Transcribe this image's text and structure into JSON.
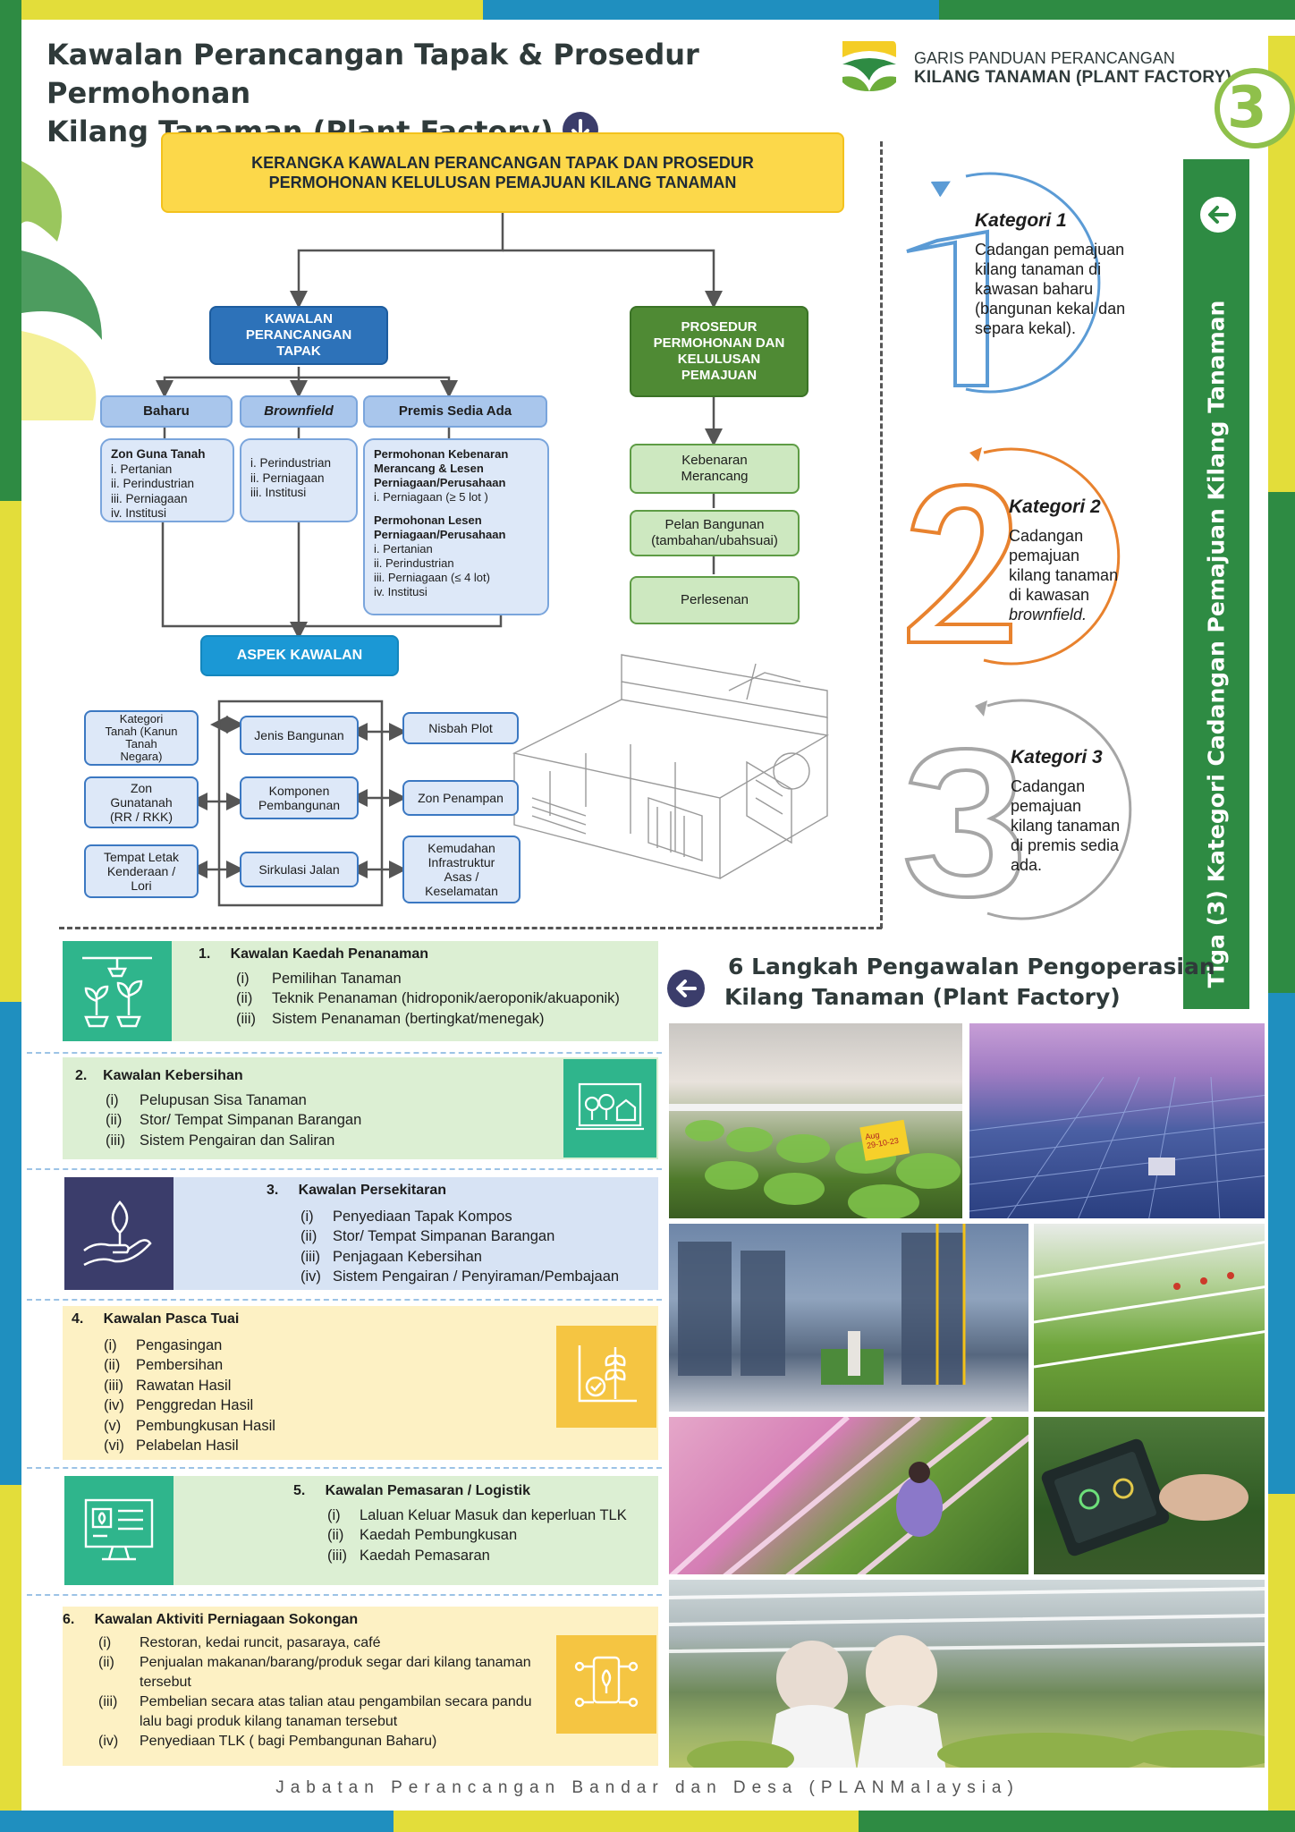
{
  "header": {
    "title_line1": "Kawalan Perancangan Tapak & Prosedur Permohonan",
    "title_line2": "Kilang Tanaman (Plant Factory)",
    "logo_line1": "GARIS PANDUAN PERANCANGAN",
    "logo_line2": "KILANG TANAMAN (PLANT FACTORY)",
    "section_number": "3"
  },
  "framework": {
    "title_line1": "KERANGKA KAWALAN PERANCANGAN TAPAK DAN PROSEDUR",
    "title_line2": "PERMOHONAN KELULUSAN PEMAJUAN KILANG TANAMAN",
    "left_head_line1": "KAWALAN",
    "left_head_line2": "PERANCANGAN",
    "left_head_line3": "TAPAK",
    "right_head_line1": "PROSEDUR",
    "right_head_line2": "PERMOHONAN DAN",
    "right_head_line3": "KELULUSAN",
    "right_head_line4": "PEMAJUAN",
    "categories": [
      "Baharu",
      "Brownfield",
      "Premis Sedia Ada"
    ],
    "baharu_title": "Zon Guna Tanah",
    "baharu_items": [
      "i.  Pertanian",
      "ii. Perindustrian",
      "iii. Perniagaan",
      "iv. Institusi"
    ],
    "brownfield_items": [
      "i.  Perindustrian",
      "ii. Perniagaan",
      "iii. Institusi"
    ],
    "premis_title1a": "Permohonan Kebenaran",
    "premis_title1b": "Merancang & Lesen",
    "premis_title1c": "Perniagaan/Perusahaan",
    "premis_item1": "i.  Perniagaan (≥ 5 lot )",
    "premis_title2a": "Permohonan Lesen",
    "premis_title2b": "Perniagaan/Perusahaan",
    "premis_items2": [
      "i.  Pertanian",
      "ii. Perindustrian",
      "iii. Perniagaan (≤ 4 lot)",
      "iv. Institusi"
    ],
    "procedure_steps": [
      {
        "l1": "Kebenaran",
        "l2": "Merancang"
      },
      {
        "l1": "Pelan Bangunan",
        "l2": "(tambahan/ubahsuai)"
      },
      {
        "l1": "Perlesenan",
        "l2": ""
      }
    ],
    "aspek": "ASPEK KAWALAN",
    "left_controls": [
      {
        "l1": "Kategori",
        "l2": "Tanah (Kanun",
        "l3": "Tanah",
        "l4": "Negara)"
      },
      {
        "l1": "Zon",
        "l2": "Gunatanah",
        "l3": "(RR / RKK)",
        "l4": ""
      },
      {
        "l1": "Tempat Letak",
        "l2": "Kenderaan /",
        "l3": "Lori",
        "l4": ""
      }
    ],
    "mid_controls": [
      {
        "l1": "Jenis Bangunan",
        "l2": ""
      },
      {
        "l1": "Komponen",
        "l2": "Pembangunan"
      },
      {
        "l1": "Sirkulasi Jalan",
        "l2": ""
      }
    ],
    "right_controls": [
      {
        "l1": "Nisbah Plot",
        "l2": "",
        "l3": "",
        "l4": ""
      },
      {
        "l1": "Zon Penampan",
        "l2": "",
        "l3": "",
        "l4": ""
      },
      {
        "l1": "Kemudahan",
        "l2": "Infrastruktur",
        "l3": "Asas /",
        "l4": "Keselamatan"
      }
    ]
  },
  "kategori": [
    {
      "title": "Kategori 1",
      "num": "1",
      "color": "#5b9bd5",
      "lines": [
        "Cadangan pemajuan",
        "kilang tanaman di",
        "kawasan baharu",
        "(bangunan kekal dan",
        "separa kekal)."
      ]
    },
    {
      "title": "Kategori 2",
      "num": "2",
      "color": "#e8822e",
      "lines": [
        "Cadangan",
        "pemajuan",
        "kilang tanaman",
        "di kawasan",
        "brownfield."
      ]
    },
    {
      "title": "Kategori 3",
      "num": "3",
      "color": "#a6a6a6",
      "lines": [
        "Cadangan",
        "pemajuan",
        "kilang tanaman",
        "di premis sedia",
        "ada."
      ]
    }
  ],
  "sidebar": {
    "label": "Tiga (3) Kategori Cadangan Pemajuan Kilang Tanaman"
  },
  "controls": [
    {
      "num": "1.",
      "title": "Kawalan Kaedah Penanaman",
      "items": [
        [
          "(i)",
          "Pemilihan Tanaman"
        ],
        [
          "(ii)",
          "Teknik Penanaman (hidroponik/aeroponik/akuaponik)"
        ],
        [
          "(iii)",
          "Sistem Penanaman (bertingkat/menegak)"
        ]
      ]
    },
    {
      "num": "2.",
      "title": "Kawalan Kebersihan",
      "items": [
        [
          "(i)",
          "Pelupusan Sisa Tanaman"
        ],
        [
          "(ii)",
          "Stor/ Tempat Simpanan Barangan"
        ],
        [
          "(iii)",
          "Sistem Pengairan dan Saliran"
        ]
      ]
    },
    {
      "num": "3.",
      "title": "Kawalan Persekitaran",
      "items": [
        [
          "(i)",
          "Penyediaan Tapak Kompos"
        ],
        [
          "(ii)",
          "Stor/ Tempat Simpanan Barangan"
        ],
        [
          "(iii)",
          "Penjagaan Kebersihan"
        ],
        [
          "(iv)",
          "Sistem Pengairan / Penyiraman/Pembajaan"
        ]
      ]
    },
    {
      "num": "4.",
      "title": "Kawalan Pasca Tuai",
      "items": [
        [
          "(i)",
          "Pengasingan"
        ],
        [
          "(ii)",
          "Pembersihan"
        ],
        [
          "(iii)",
          "Rawatan Hasil"
        ],
        [
          "(iv)",
          "Penggredan Hasil"
        ],
        [
          "(v)",
          "Pembungkusan Hasil"
        ],
        [
          "(vi)",
          "Pelabelan Hasil"
        ]
      ]
    },
    {
      "num": "5.",
      "title": "Kawalan Pemasaran / Logistik",
      "items": [
        [
          "(i)",
          "Laluan Keluar Masuk dan keperluan TLK"
        ],
        [
          "(ii)",
          "Kaedah Pembungkusan"
        ],
        [
          "(iii)",
          "Kaedah Pemasaran"
        ]
      ]
    },
    {
      "num": "6.",
      "title": "Kawalan Aktiviti Perniagaan Sokongan",
      "items": [
        [
          "(i)",
          "Restoran, kedai runcit, pasaraya, café"
        ],
        [
          "(ii)",
          "Penjualan makanan/barang/produk segar dari kilang tanaman tersebut"
        ],
        [
          "(iii)",
          "Pembelian secara atas talian atau pengambilan secara pandu lalu bagi produk kilang tanaman tersebut"
        ],
        [
          "(iv)",
          "Penyediaan TLK ( bagi Pembangunan Baharu)"
        ]
      ]
    }
  ],
  "steps_title_line1": "6 Langkah Pengawalan Pengoperasian",
  "steps_title_line2": "Kilang Tanaman (Plant Factory)",
  "photo_tag": "Aug\n29-10-23",
  "footer": "Jabatan Perancangan Bandar dan Desa (PLANMalaysia)",
  "colors": {
    "green": "#2e8b43",
    "yellow": "#fcd84a",
    "blue": "#2d72b9",
    "teal": "#1b98d5",
    "panel_green": "#dcefd3",
    "panel_blue": "#d7e3f4",
    "panel_yellow": "#fdf1c4",
    "icon_green": "#2fb58c",
    "icon_navy": "#3b3d6b",
    "icon_yellow": "#f5c542"
  }
}
